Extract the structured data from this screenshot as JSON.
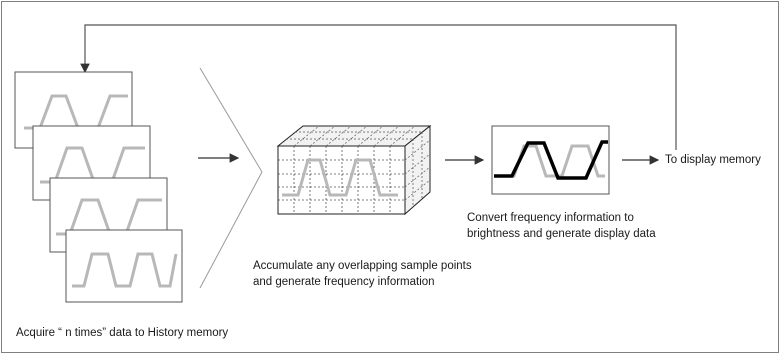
{
  "labels": {
    "acquire": "Acquire “ n times” data to History memory",
    "accumulate_line1": "Accumulate any overlapping sample points",
    "accumulate_line2": "and generate frequency information",
    "convert_line1": "Convert frequency information to",
    "convert_line2": "brightness and generate display data",
    "to_display": "To display memory"
  },
  "colors": {
    "frame": "#7f7f7f",
    "trace_gray": "#b8b8b8",
    "trace_black": "#000000",
    "arrow": "#333333",
    "chevron": "#9a9a9a"
  }
}
